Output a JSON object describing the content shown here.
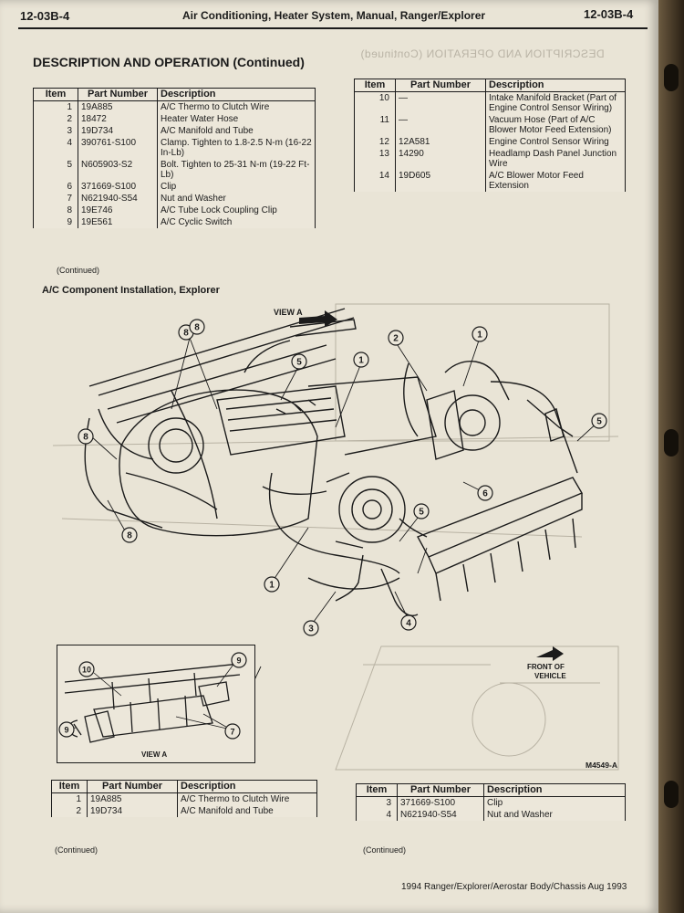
{
  "header": {
    "page_code_left": "12-03B-4",
    "title": "Air Conditioning, Heater System, Manual, Ranger/Explorer",
    "page_code_right": "12-03B-4"
  },
  "section_title": "DESCRIPTION AND OPERATION (Continued)",
  "ghost_title": "DESCRIPTION AND OPERATION (Continued)",
  "table_headers": {
    "item": "Item",
    "part_number": "Part Number",
    "description": "Description"
  },
  "top_left_table": {
    "rows": [
      {
        "item": "1",
        "part": "19A885",
        "desc": "A/C Thermo to Clutch Wire"
      },
      {
        "item": "2",
        "part": "18472",
        "desc": "Heater Water Hose"
      },
      {
        "item": "3",
        "part": "19D734",
        "desc": "A/C Manifold and Tube"
      },
      {
        "item": "4",
        "part": "390761-S100",
        "desc": "Clamp. Tighten to 1.8-2.5 N-m (16-22 In-Lb)"
      },
      {
        "item": "5",
        "part": "N605903-S2",
        "desc": "Bolt. Tighten to 25-31 N-m (19-22 Ft-Lb)"
      },
      {
        "item": "6",
        "part": "371669-S100",
        "desc": "Clip"
      },
      {
        "item": "7",
        "part": "N621940-S54",
        "desc": "Nut and Washer"
      },
      {
        "item": "8",
        "part": "19E746",
        "desc": "A/C Tube Lock Coupling Clip"
      },
      {
        "item": "9",
        "part": "19E561",
        "desc": "A/C Cyclic Switch"
      }
    ],
    "note": "(Continued)"
  },
  "top_right_table": {
    "rows": [
      {
        "item": "10",
        "part": "—",
        "desc": "Intake Manifold Bracket (Part of Engine Control Sensor Wiring)"
      },
      {
        "item": "11",
        "part": "—",
        "desc": "Vacuum Hose (Part of A/C Blower Motor Feed Extension)"
      },
      {
        "item": "12",
        "part": "12A581",
        "desc": "Engine Control Sensor Wiring"
      },
      {
        "item": "13",
        "part": "14290",
        "desc": "Headlamp Dash Panel Junction Wire"
      },
      {
        "item": "14",
        "part": "19D605",
        "desc": "A/C Blower Motor Feed Extension"
      }
    ]
  },
  "figure": {
    "title": "A/C Component Installation, Explorer",
    "view_a_label": "VIEW A",
    "inset_label": "VIEW A",
    "front_of_vehicle": "FRONT OF VEHICLE",
    "figure_code": "M4549-A",
    "callouts": [
      "8",
      "8",
      "8",
      "8",
      "5",
      "1",
      "1",
      "2",
      "1",
      "5",
      "6",
      "5",
      "3",
      "4",
      "10",
      "9",
      "9",
      "7"
    ]
  },
  "bottom_left_table": {
    "rows": [
      {
        "item": "1",
        "part": "19A885",
        "desc": "A/C Thermo to Clutch Wire"
      },
      {
        "item": "2",
        "part": "19D734",
        "desc": "A/C Manifold and Tube"
      }
    ],
    "note": "(Continued)"
  },
  "bottom_right_table": {
    "rows": [
      {
        "item": "3",
        "part": "371669-S100",
        "desc": "Clip"
      },
      {
        "item": "4",
        "part": "N621940-S54",
        "desc": "Nut and Washer"
      }
    ],
    "note": "(Continued)"
  },
  "footer": "1994 Ranger/Explorer/Aerostar Body/Chassis Aug 1993",
  "colors": {
    "paper": "#e9e4d6",
    "ink": "#1b1b1b",
    "ghost": "#b9b3a5",
    "binder": "#3a2c1e"
  }
}
